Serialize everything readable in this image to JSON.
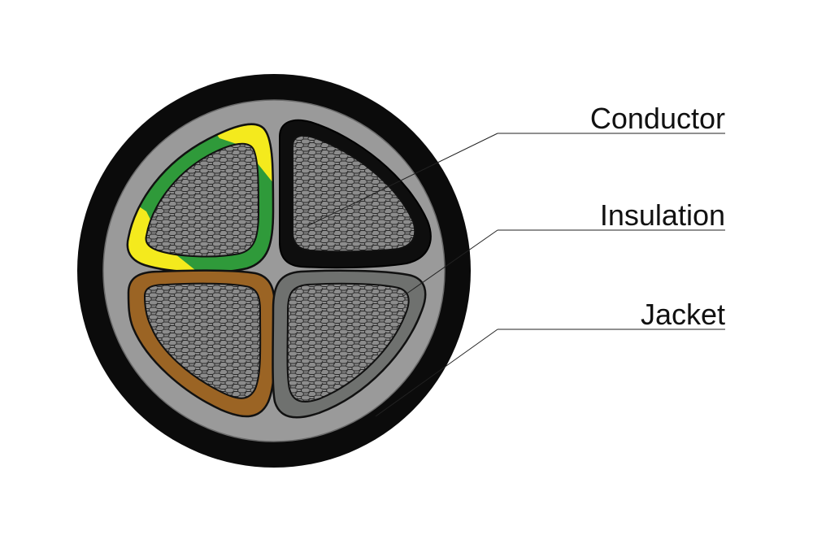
{
  "labels": {
    "conductor": "Conductor",
    "insulation": "Insulation",
    "jacket": "Jacket"
  },
  "colors": {
    "jacket": "#0b0b0b",
    "filler": "#9a9a9a",
    "conductor_fill": "#8c8c8c",
    "strand_line": "#2a2a2a",
    "core_earth_green": "#2f9a3a",
    "core_earth_yellow": "#f4ea1d",
    "core_black": "#0e0e0e",
    "core_brown": "#9b6424",
    "core_grey": "#6f716f"
  },
  "cores": [
    {
      "name": "earth",
      "insulation": "green-yellow"
    },
    {
      "name": "black",
      "insulation": "black"
    },
    {
      "name": "brown",
      "insulation": "brown"
    },
    {
      "name": "grey",
      "insulation": "grey"
    }
  ]
}
